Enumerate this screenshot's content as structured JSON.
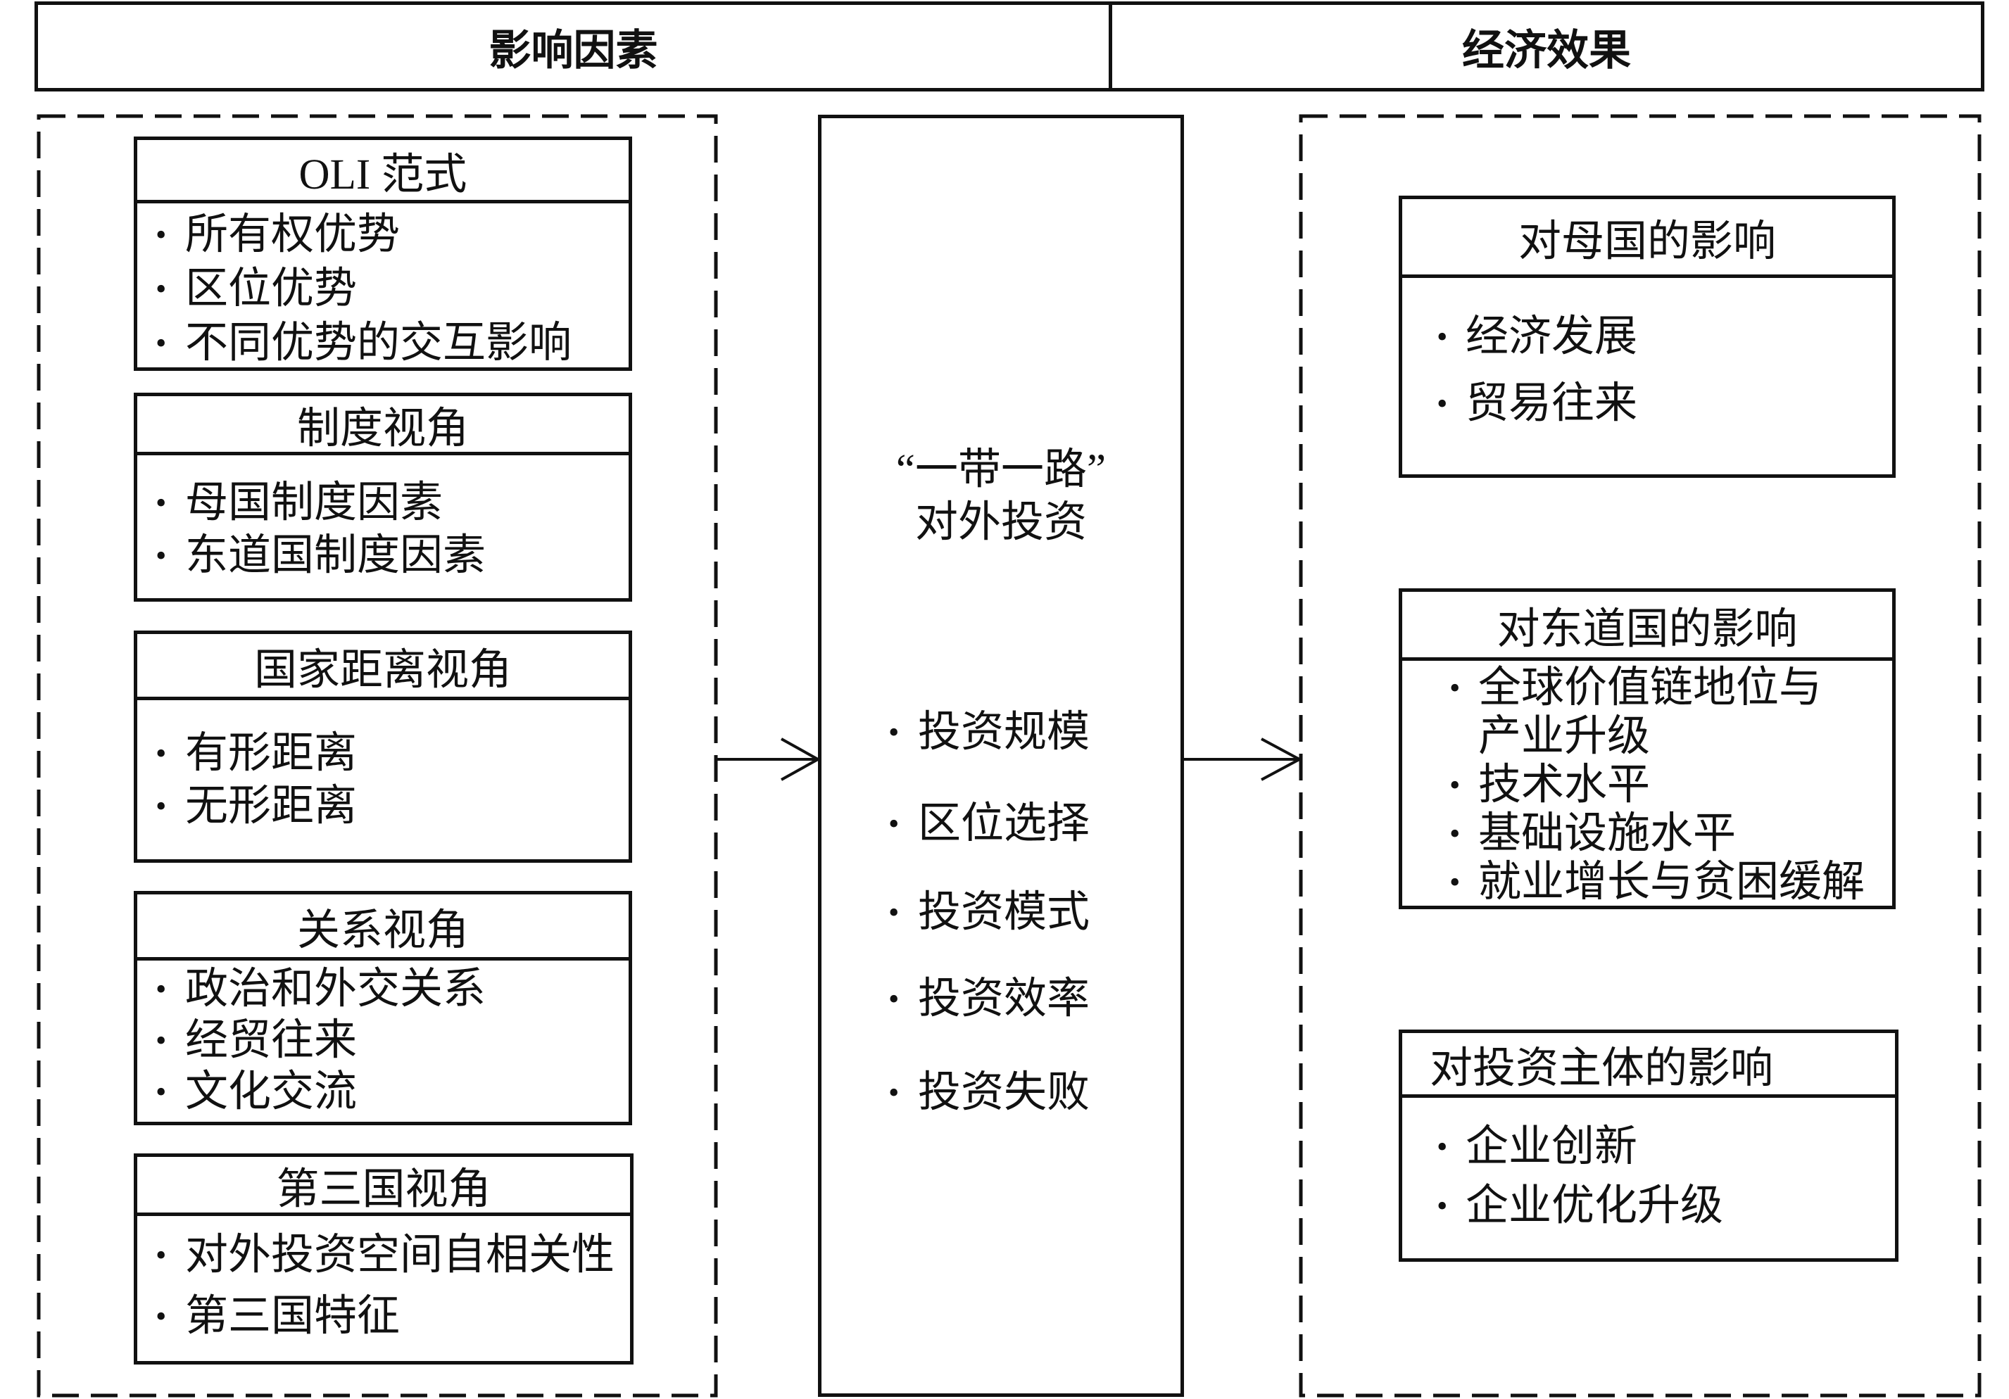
{
  "header": {
    "left": "影响因素",
    "right": "经济效果"
  },
  "factors": [
    {
      "title": "OLI 范式",
      "items": [
        "所有权优势",
        "区位优势",
        "不同优势的交互影响"
      ]
    },
    {
      "title": "制度视角",
      "items": [
        "母国制度因素",
        "东道国制度因素"
      ]
    },
    {
      "title": "国家距离视角",
      "items": [
        "有形距离",
        "无形距离"
      ]
    },
    {
      "title": "关系视角",
      "items": [
        "政治和外交关系",
        "经贸往来",
        "文化交流"
      ]
    },
    {
      "title": "第三国视角",
      "items": [
        "对外投资空间自相关性",
        "第三国特征"
      ]
    }
  ],
  "center": {
    "title_line1": "“一带一路”",
    "title_line2": "对外投资",
    "items": [
      "投资规模",
      "区位选择",
      "投资模式",
      "投资效率",
      "投资失败"
    ]
  },
  "effects": [
    {
      "title": "对母国的影响",
      "items": [
        "经济发展",
        "贸易往来"
      ]
    },
    {
      "title": "对东道国的影响",
      "items": [
        "全球价值链地位与\n产业升级",
        "技术水平",
        "基础设施水平",
        "就业增长与贫困缓解"
      ]
    },
    {
      "title": "对投资主体的影响",
      "items": [
        "企业创新",
        "企业优化升级"
      ]
    }
  ]
}
